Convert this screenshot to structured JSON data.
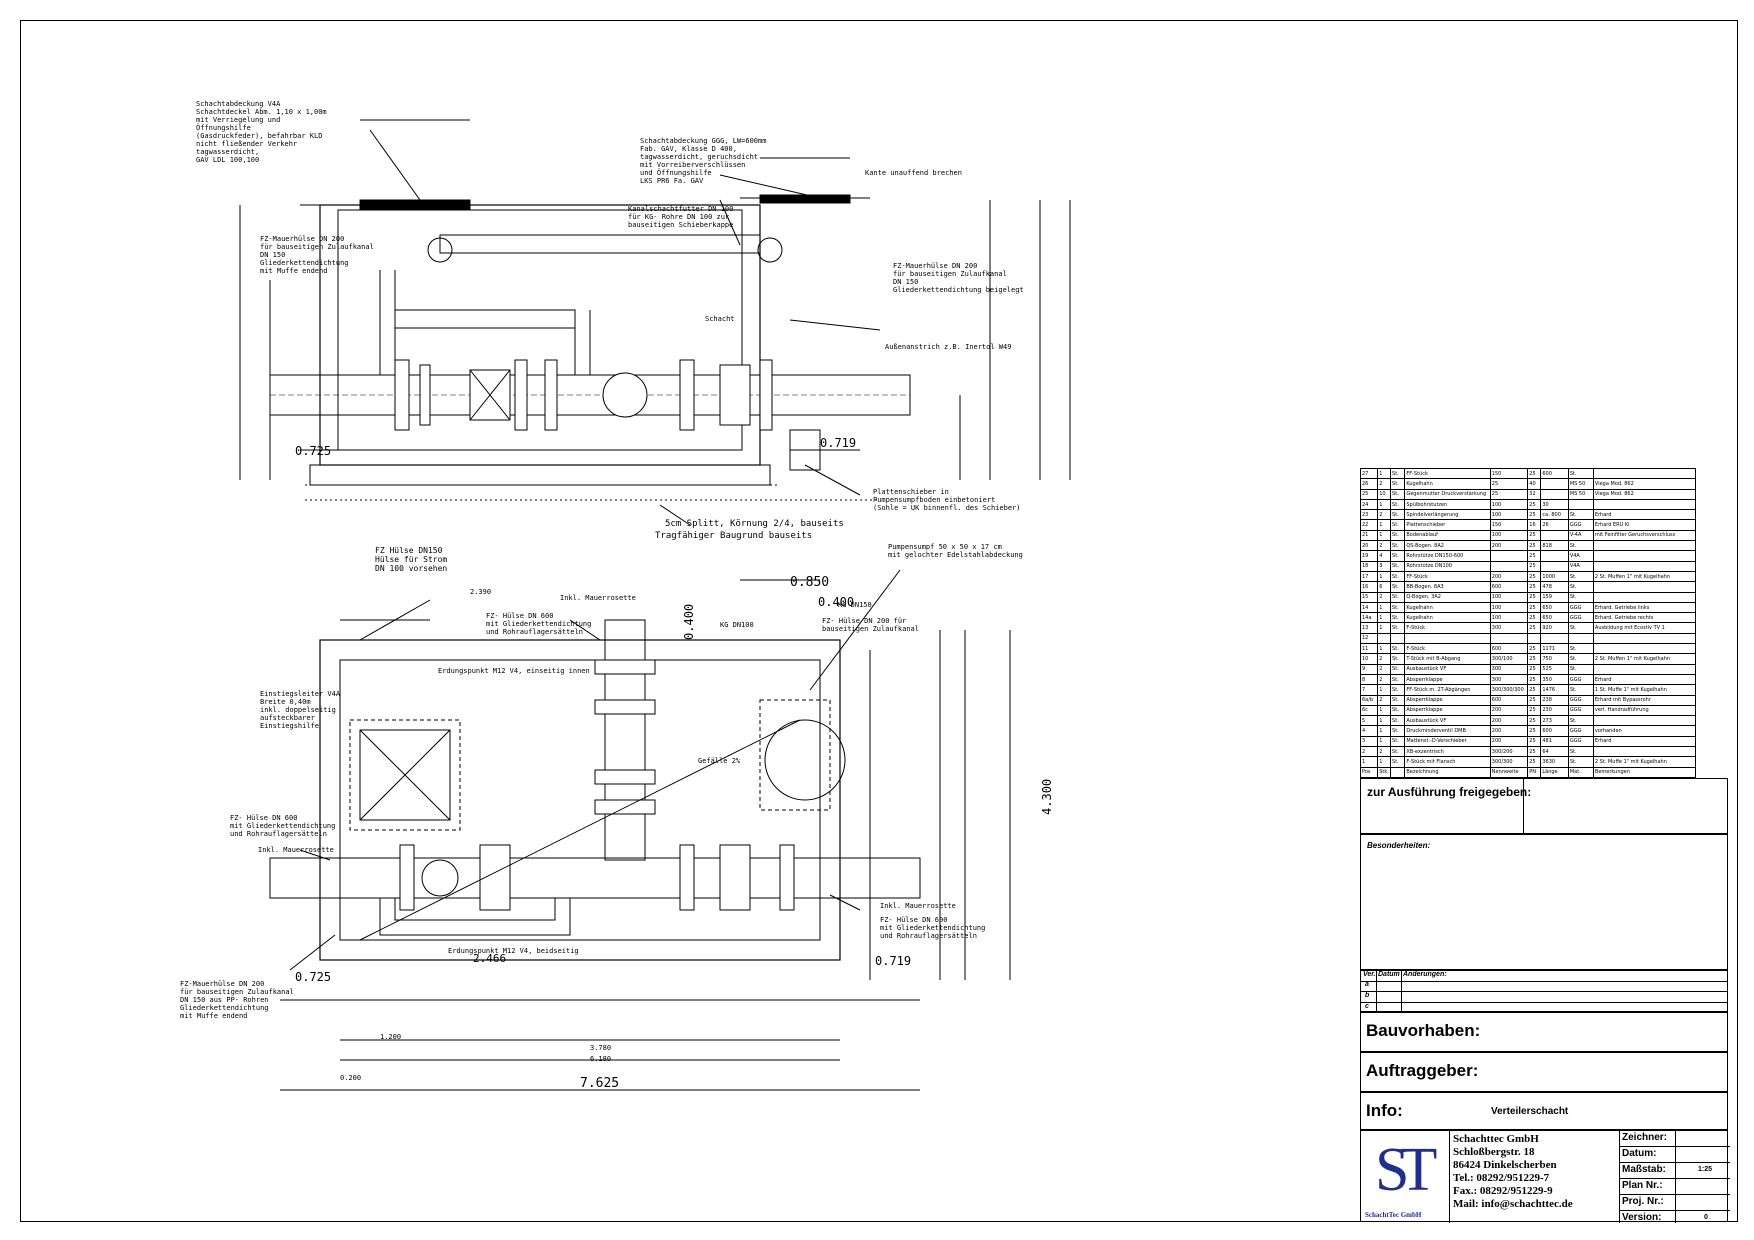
{
  "parts_table": {
    "rows": [
      [
        "27",
        "1",
        "St.",
        "FF-Stück",
        "150",
        "25",
        "600",
        "St.",
        ""
      ],
      [
        "26",
        "2",
        "St.",
        "Kugelhahn",
        "25",
        "40",
        "",
        "MS 50",
        "Viega Mod. 862"
      ],
      [
        "25",
        "10",
        "St.",
        "Gegenmutter Druckverstärkung",
        "25",
        "32",
        "",
        "MS 50",
        "Viega Mod. 862"
      ],
      [
        "24",
        "1",
        "St.",
        "Spülbohrstutzen",
        "100",
        "25",
        "30",
        "",
        ""
      ],
      [
        "23",
        "2",
        "St.",
        "Spindelverlängerung",
        "100",
        "25",
        "ca. 800",
        "St.",
        "Erhard"
      ],
      [
        "22",
        "1",
        "St.",
        "Plattenschieber",
        "150",
        "16",
        "26",
        "GGG",
        "Erhard ERU Ki"
      ],
      [
        "21",
        "1",
        "St.",
        "Bodenablauf",
        "100",
        "25",
        "",
        "V-4A",
        "mit Feinfilter Geruchsverschluss"
      ],
      [
        "20",
        "2",
        "St.",
        "QS-Bogen. 8A2",
        "200",
        "25",
        "818",
        "St.",
        ""
      ],
      [
        "19",
        "4",
        "St.",
        "Rohrstütze DN150-600",
        "",
        "25",
        "",
        "V4A",
        ""
      ],
      [
        "18",
        "3",
        "St.",
        "Rohrstütze DN100",
        "",
        "25",
        "",
        "V4A",
        ""
      ],
      [
        "17",
        "1",
        "St.",
        "FF-Stück",
        "200",
        "25",
        "1000",
        "St.",
        "2 St. Muffen 1\" mit Kugelhahn"
      ],
      [
        "16",
        "6",
        "St.",
        "BB-Bogen. 8A3",
        "600",
        "25",
        "478",
        "St.",
        ""
      ],
      [
        "15",
        "2",
        "St.",
        "Q-Bogen. 3A2",
        "100",
        "25",
        "159",
        "St.",
        ""
      ],
      [
        "14",
        "1",
        "St.",
        "Kugelhahn",
        "100",
        "25",
        "650",
        "GGG",
        "Erhard. Getriebe links"
      ],
      [
        "14a",
        "1",
        "St.",
        "Kugelhahn",
        "100",
        "25",
        "650",
        "GGG",
        "Erhard. Getriebe rechts"
      ],
      [
        "13",
        "1",
        "St.",
        "F-Stück",
        "300",
        "25",
        "920",
        "St.",
        "Ausbildung mit Ecostiv TV 1"
      ],
      [
        "12",
        "",
        "",
        "",
        "",
        "",
        "",
        "",
        ""
      ],
      [
        "11",
        "1",
        "St.",
        "F-Stück",
        "600",
        "25",
        "1171",
        "St.",
        ""
      ],
      [
        "10",
        "2",
        "St.",
        "T-Stück mit B-Abgang",
        "300/100",
        "25",
        "750",
        "St.",
        "2 St. Muffen 1\" mit Kugelhahn"
      ],
      [
        "9",
        "2",
        "St.",
        "Ausbaustück VF",
        "300",
        "25",
        "525",
        "St.",
        ""
      ],
      [
        "8",
        "2",
        "St.",
        "Absperrklappe",
        "300",
        "25",
        "350",
        "GGG",
        "Erhard"
      ],
      [
        "7",
        "1",
        "St.",
        "FF-Stück m. 2T-Abgängen",
        "300/300/300",
        "25",
        "1476",
        "St.",
        "1 St. Muffe 1\" mit Kugelhahn"
      ],
      [
        "6a/b",
        "2",
        "St.",
        "Absperrklappe",
        "600",
        "25",
        "238",
        "GGG",
        "Erhard mit Bypassrohr"
      ],
      [
        "6c",
        "1",
        "St.",
        "Absperrklappe",
        "200",
        "25",
        "230",
        "GGG",
        "verl. Handradführung"
      ],
      [
        "5",
        "1",
        "St.",
        "Ausbaustück VF",
        "200",
        "25",
        "273",
        "St.",
        ""
      ],
      [
        "4",
        "1",
        "St.",
        "Druckminderventil DMB",
        "200",
        "25",
        "600",
        "GGG",
        "vorhanden"
      ],
      [
        "3",
        "1",
        "St.",
        "Mattenst.-D-Verschieber",
        "200",
        "25",
        "481",
        "GGG",
        "Erhard"
      ],
      [
        "2",
        "2",
        "St.",
        "XB-exzentrisch",
        "300/200",
        "25",
        "64",
        "St.",
        ""
      ],
      [
        "1",
        "1",
        "St.",
        "F-Stück mit Flansch",
        "300/300",
        "25",
        "3630",
        "St.",
        "2 St. Muffe 1\" mit Kugelhahn"
      ],
      [
        "Pos",
        "Stk.",
        "",
        "Bezeichnung",
        "Nennweite",
        "PN",
        "Länge",
        "Mat.",
        "Bemerkungen"
      ]
    ]
  },
  "release": {
    "label": "zur Ausführung freigegeben:"
  },
  "special": {
    "label": "Besonderheiten:"
  },
  "changes": {
    "head_ver": "Ver.",
    "head_date": "Datum",
    "head_change": "Änderungen:",
    "rows": [
      "a",
      "b",
      "c"
    ]
  },
  "project": {
    "bauvorhaben_label": "Bauvorhaben:",
    "auftraggeber_label": "Auftraggeber:",
    "info_label": "Info:",
    "info_value": "Verteilerschacht"
  },
  "company": {
    "logo_letters": "ST",
    "logo_caption": "SchachtTec GmbH",
    "name": "Schachttec GmbH",
    "street": "Schloßbergstr. 18",
    "city": "86424 Dinkelscherben",
    "tel": "Tel.: 08292/951229-7",
    "fax": "Fax.: 08292/951229-9",
    "mail": "Mail: info@schachttec.de"
  },
  "meta": {
    "zeichner_label": "Zeichner:",
    "datum_label": "Datum:",
    "massstab_label": "Maßstab:",
    "massstab_value": "1:25",
    "plan_label": "Plan Nr.:",
    "proj_label": "Proj. Nr.:",
    "version_label": "Version:",
    "version_value": "0"
  },
  "section_notes": {
    "manhole_cover": "Schachtabdeckung GGG, LW=600mm\nFab. GAV, Klasse D 400,\ntagwasserdicht, geruchsdicht\nmit Vorreiberverschlüssen\nund Öffnungshilfe\nLKS PR6 Fa. GAV",
    "hatch": "Schachtabdeckung V4A\nSchachtdeckel Abm. 1,10 x 1,00m\nmit Verriegelung und\nÖffnungshilfe\n(Gasdruckfeder), befahrbar KLD\nnicht fließender Verkehr\ntagwasserdicht,\nGAV LDL 100,100",
    "edge": "Kante unauffend brechen",
    "connector": "Kanalschachtfutter DN 100\nfür KG- Rohre DN 100 zur\nbauseitigen Schieberkappe",
    "wall_left": "FZ-Mauerhülse DN 200\nfür bauseitigen Zulaufkanal\nDN 150\nGliederkettendichtung\nmit Muffe endend",
    "wall_right": "FZ-Mauerhülse DN 200\nfür bauseitigen Zulaufkanal\nDN 150\nGliederkettendichtung beigelegt",
    "shaft": "Schacht",
    "coating": "Außenanstrich z.B. Inertol W49",
    "slide": "Plattenschieber in\nPumpensumpfboden einbetoniert\n(Sohle = UK binnenfl. des Schieber)",
    "gravel": "5cm Splitt, Körnung 2/4, bauseits",
    "ground": "Tragfähiger Baugrund bauseits",
    "dim_0725": "0.725",
    "dim_0719": "0.719"
  },
  "plan_notes": {
    "sleeve_top": "FZ Hülse DN150\nHülse für Strom\nDN 100 vorsehen",
    "sleeve_600": "FZ- Hülse DN 600\nmit Gliederkettendichtung\nund Rohrauflagersätteln",
    "wall_rosette": "Inkl. Mauerrosette",
    "kg": "KG DN100",
    "sump": "Pumpensumpf 50 x 50 x 17 cm\nmit gelochter Edelstahlabdeckung",
    "sleeve_200": "FZ- Hülse DN 200 für\nbauseitigen Zulaufkanal",
    "dn150": "KG DN150",
    "ladder": "Einstiegsleiter V4A\nBreite 0,40m\ninkl. doppelseitig\naufsteckbarer\nEinstiegshilfe",
    "earth_top": "Erdungspunkt M12 V4, einseitig innen",
    "gradient": "Gefälle 2%",
    "left_sleeve": "FZ- Hülse DN 600\nmit Gliederkettendichtung\nund Rohrauflagersätteln",
    "left_rosette": "Inkl. Mauerrosette",
    "earth_bottom": "Erdungspunkt M12 V4, beidseitig",
    "right_rosette": "Inkl. Mauerrosette",
    "right_sleeve": "FZ- Hülse DN 600\nmit Gliederkettendichtung\nund Rohrauflagersätteln",
    "bottom_left": "FZ-Mauerhülse DN 200\nfür bauseitigen Zulaufkanal\nDN 150 aus PP- Rohren\nGliederkettendichtung\nmit Muffe endend",
    "d_0850": "0.850",
    "d_0400": "0.400",
    "d_0400b": "0.400",
    "d_4300": "4.300",
    "d_7625": "7.625",
    "d_0725": "0.725",
    "d_0719": "0.719",
    "d_2466": "2.466",
    "d_3780": "3.780",
    "d_6180": "6.180",
    "d_1200": "1.200",
    "d_2390": "2.390",
    "d_0200": "0.200"
  }
}
